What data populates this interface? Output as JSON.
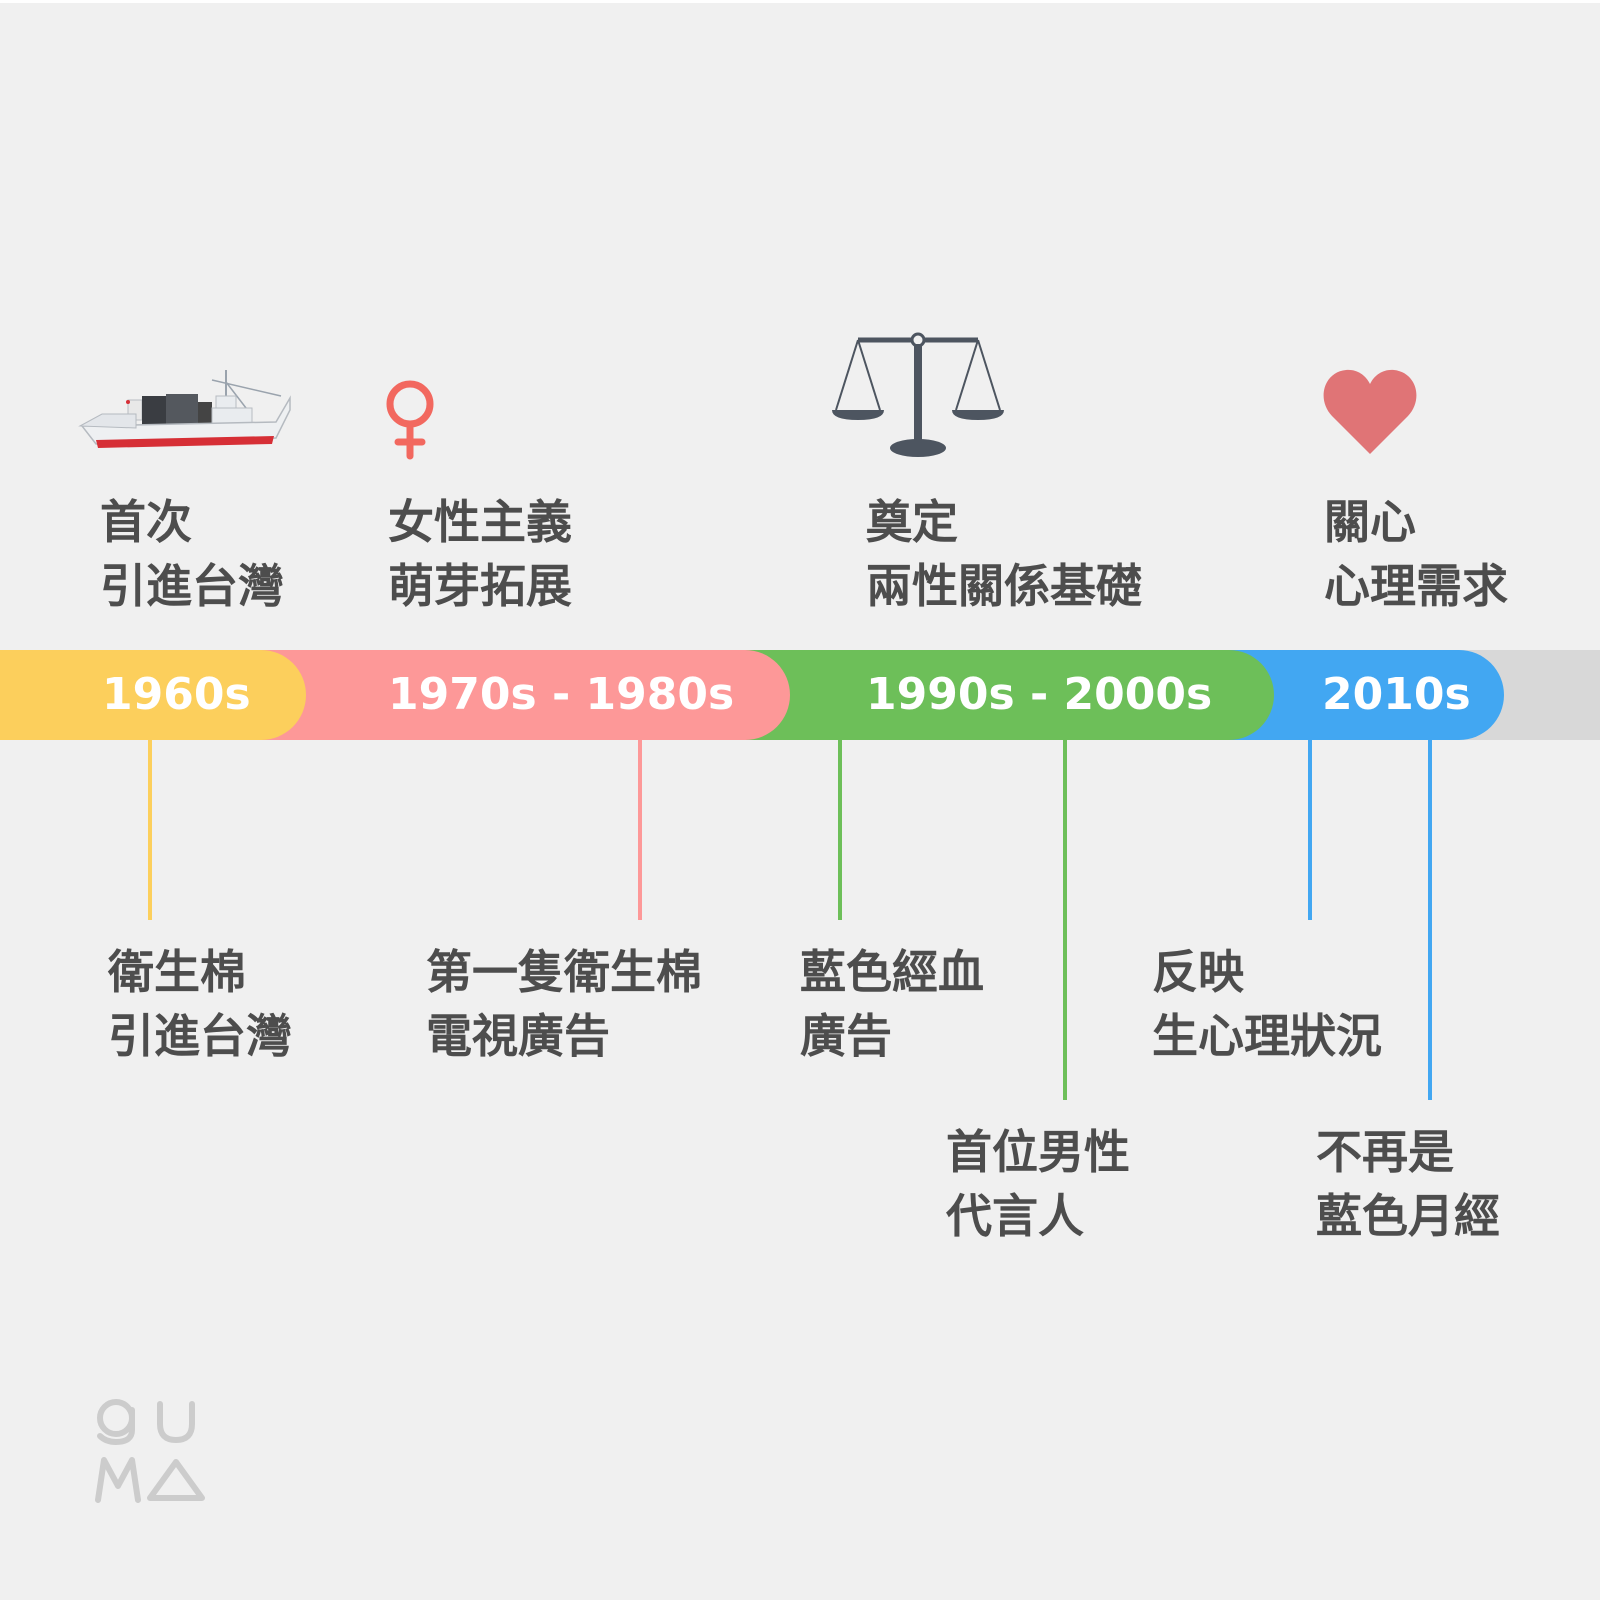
{
  "eras": [
    {
      "id": "1960s",
      "title_line1": "首次",
      "title_line2": "引進台灣",
      "icon": "cargo-ship-icon",
      "color": "#fccf5c"
    },
    {
      "id": "1970s-1980s",
      "title_line1": "女性主義",
      "title_line2": "萌芽拓展",
      "icon": "female-symbol-icon",
      "color": "#fd9898"
    },
    {
      "id": "1990s-2000s",
      "title_line1": "奠定",
      "title_line2": "兩性關係基礎",
      "icon": "balance-scale-icon",
      "color": "#6dbf59"
    },
    {
      "id": "2010s",
      "title_line1": "關心",
      "title_line2": "心理需求",
      "icon": "heart-icon",
      "color": "#42a7f2"
    }
  ],
  "timeline": {
    "labels": [
      "1960s",
      "1970s - 1980s",
      "1990s - 2000s",
      "2010s"
    ],
    "track_color": "#d8d8d8"
  },
  "events": [
    {
      "line1": "衛生棉",
      "line2": "引進台灣"
    },
    {
      "line1": "第一隻衛生棉",
      "line2": "電視廣告"
    },
    {
      "line1": "藍色經血",
      "line2": "廣告"
    },
    {
      "line1": "首位男性",
      "line2": "代言人"
    },
    {
      "line1": "反映",
      "line2": "生心理狀況"
    },
    {
      "line1": "不再是",
      "line2": "藍色月經"
    }
  ],
  "logo": {
    "text": "guma"
  }
}
